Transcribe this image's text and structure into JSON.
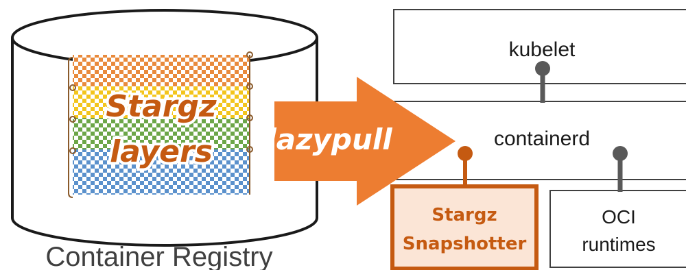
{
  "registry": {
    "caption": "Container Registry",
    "layers_line1": "Stargz",
    "layers_line2": "layers",
    "layer_colors": [
      "#e98a3c",
      "#f3c51d",
      "#6ca648",
      "#5b91cc"
    ]
  },
  "arrow": {
    "label": "lazypull",
    "color": "#ed7d31"
  },
  "stack": {
    "kubelet": "kubelet",
    "containerd": "containerd",
    "snapshotter_line1": "Stargz",
    "snapshotter_line2": "Snapshotter",
    "oci_line1": "OCI",
    "oci_line2": "runtimes"
  },
  "colors": {
    "accent": "#c55a11",
    "highlight_fill": "#fbe5d6",
    "connector": "#595959",
    "outline": "#404040"
  }
}
